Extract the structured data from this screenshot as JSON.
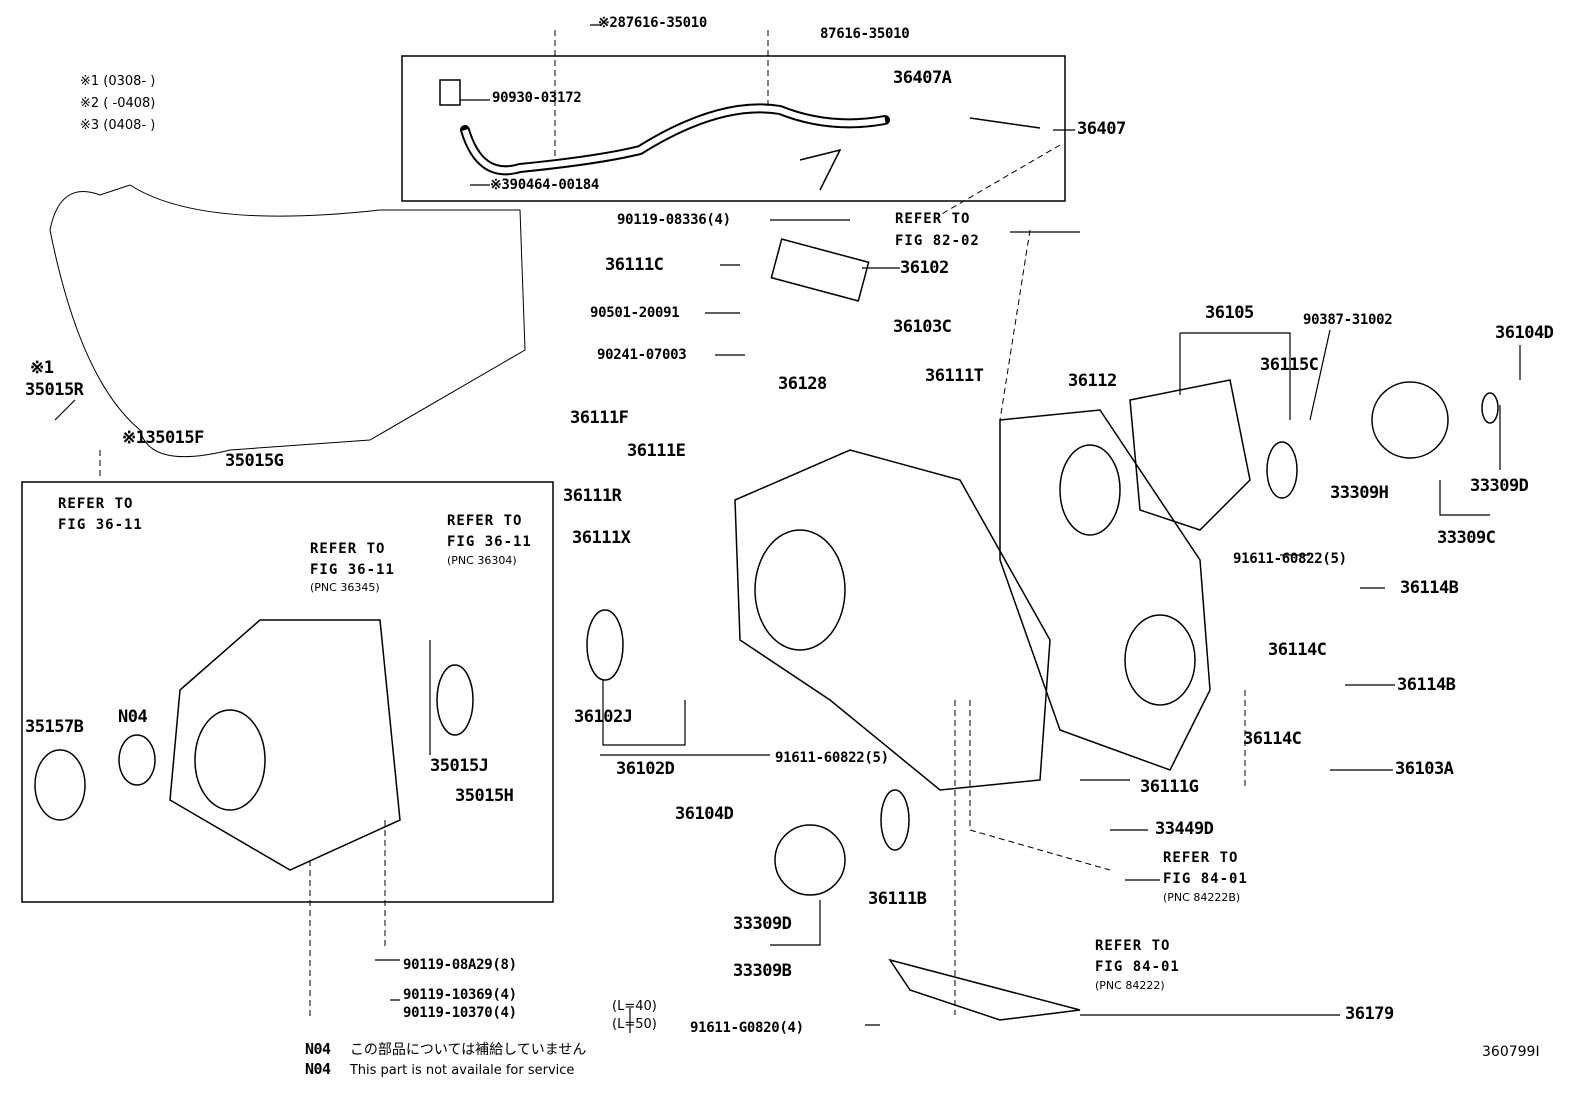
{
  "legend": [
    "※1 (0308-    )",
    "※2 (    -0408)",
    "※3 (0408-    )"
  ],
  "labels": {
    "clip_a": "※287616-35010",
    "clip_b": "87616-35010",
    "breather": "90930-03172",
    "p36407A": "36407A",
    "p36407": "36407",
    "clip_c": "※390464-00184",
    "bolt_08336": "90119-08336(4)",
    "refer_82_1": "REFER TO",
    "refer_82_2": "FIG 82-02",
    "p36111C": "36111C",
    "p36102": "36102",
    "spring": "90501-20091",
    "plug": "90241-07003",
    "p36128": "36128",
    "p36103C": "36103C",
    "p36111T": "36111T",
    "p36112": "36112",
    "p36105": "36105",
    "p90387": "90387-31002",
    "p36115C": "36115C",
    "p36104D_r": "36104D",
    "star1": "※1",
    "p35015R": "35015R",
    "p35015F": "※135015F",
    "p35015G": "35015G",
    "p36111F": "36111F",
    "p36111E": "36111E",
    "p36111R": "36111R",
    "p36111X": "36111X",
    "p33309H": "33309H",
    "p33309D_r": "33309D",
    "p33309C": "33309C",
    "bolt_60822_r": "91611-60822(5)",
    "p36114B_1": "36114B",
    "p36114C_1": "36114C",
    "p36114B_2": "36114B",
    "p36114C_2": "36114C",
    "p36103A": "36103A",
    "ref_a1": "REFER TO",
    "ref_a2": "FIG 36-11",
    "ref_b1": "REFER TO",
    "ref_b2": "FIG 36-11",
    "ref_b3": "(PNC 36304)",
    "ref_c1": "REFER TO",
    "ref_c2": "FIG 36-11",
    "ref_c3": "(PNC 36345)",
    "p35157B": "35157B",
    "n04": "N04",
    "p35015J": "35015J",
    "p35015H": "35015H",
    "p36102J": "36102J",
    "p36102D": "36102D",
    "bolt_60822_c": "91611-60822(5)",
    "p36111G": "36111G",
    "p36104D_c": "36104D",
    "p36111B": "36111B",
    "p33309D_c": "33309D",
    "p33309B": "33309B",
    "p33449D": "33449D",
    "ref_d1": "REFER TO",
    "ref_d2": "FIG 84-01",
    "ref_d3": "(PNC 84222B)",
    "ref_e1": "REFER TO",
    "ref_e2": "FIG 84-01",
    "ref_e3": "(PNC 84222)",
    "p36179": "36179",
    "bolt_g0820": "91611-G0820(4)",
    "bolt_08a29": "90119-08A29(8)",
    "bolt_10369": "90119-10369(4)",
    "bolt_10370": "90119-10370(4)",
    "len40": "(L=40)",
    "len50": "(L=50)",
    "fig_id": "360799I"
  },
  "notes": [
    {
      "code": "N04",
      "text": "この部品については補給していません"
    },
    {
      "code": "N04",
      "text": "This part is not availale for service"
    }
  ]
}
